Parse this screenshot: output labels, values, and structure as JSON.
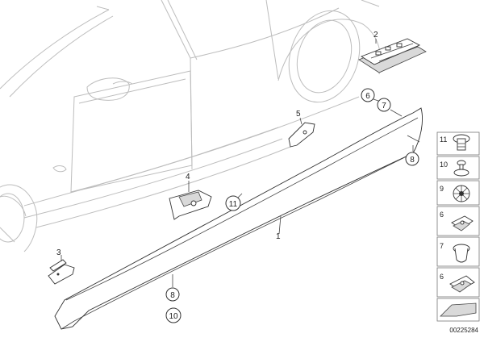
{
  "diagram": {
    "callouts": {
      "part_1": "1",
      "part_2": "2",
      "part_3": "3",
      "part_4": "4",
      "part_5_upper": "5",
      "part_6_upper": "6",
      "part_7_upper": "7",
      "part_8_right": "8",
      "part_11_mid": "11",
      "part_8_lower": "8",
      "part_10_lower": "10"
    },
    "legend_panel": {
      "items": [
        {
          "number": "11",
          "icon": "push-rivet-icon"
        },
        {
          "number": "10",
          "icon": "expanding-rivet-icon"
        },
        {
          "number": "9",
          "icon": "star-clip-icon"
        },
        {
          "number": "6",
          "icon": "clip-nut-icon"
        },
        {
          "number": "7",
          "icon": "grommet-icon"
        },
        {
          "number": "6",
          "icon": "clip-nut-icon"
        },
        {
          "number": "",
          "icon": "seal-strip-icon"
        }
      ]
    },
    "diagram_code": "00225284"
  }
}
